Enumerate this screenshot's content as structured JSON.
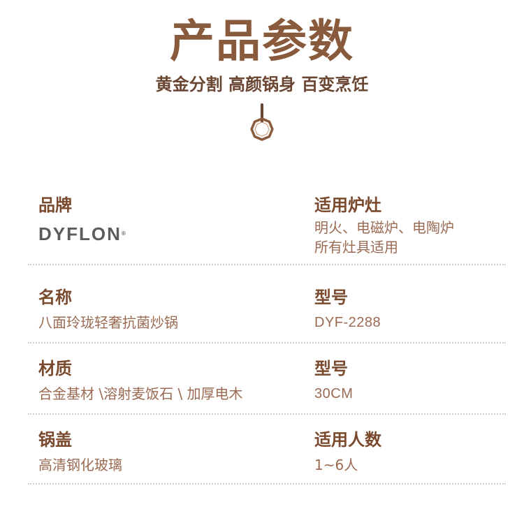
{
  "header": {
    "title": "产品参数",
    "subtitle": "黄金分割 高颜锅身 百变烹饪"
  },
  "specs": [
    {
      "left": {
        "label": "品牌",
        "logo": "DYFLON",
        "logo_mark": "®"
      },
      "right": {
        "label": "适用炉灶",
        "lines": [
          "明火、电磁炉、电陶炉",
          "所有灶具适用"
        ]
      }
    },
    {
      "left": {
        "label": "名称",
        "value": "八面玲珑轻奢抗菌炒锅"
      },
      "right": {
        "label": "型号",
        "value": "DYF-2288"
      }
    },
    {
      "left": {
        "label": "材质",
        "value": "合金基材 \\溶射麦饭石 \\ 加厚电木"
      },
      "right": {
        "label": "型号",
        "value": "30CM"
      }
    },
    {
      "left": {
        "label": "锅盖",
        "value": "高清钢化玻璃"
      },
      "right": {
        "label": "适用人数",
        "value": "1~6人"
      }
    }
  ],
  "colors": {
    "accent": "#8a5a3c",
    "label": "#7a4a2e",
    "value": "#9a6a52",
    "divider": "#cfcfcf"
  },
  "icons": {
    "pan": "octagon-pan-icon"
  }
}
